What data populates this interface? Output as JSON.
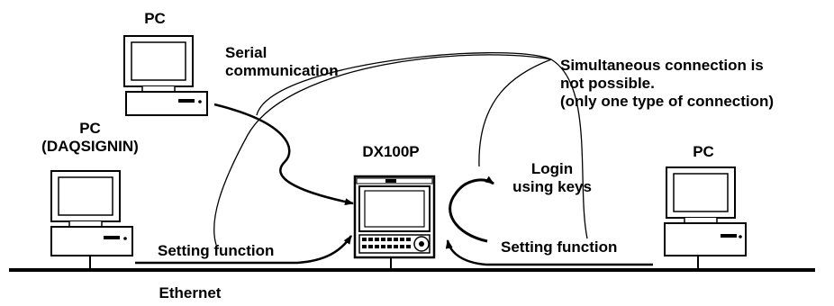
{
  "labels": {
    "pc_top": "PC",
    "serial_line1": "Serial",
    "serial_line2": "communication",
    "simul_line1": "Simultaneous connection is",
    "simul_line2": "not possible.",
    "simul_line3": "(only one type of connection)",
    "pc_left_line1": "PC",
    "pc_left_line2": "(DAQSIGNIN)",
    "device": "DX100P",
    "login_line1": "Login",
    "login_line2": "using keys",
    "pc_right": "PC",
    "setting_left": "Setting function",
    "setting_right": "Setting function",
    "ethernet": "Ethernet"
  }
}
